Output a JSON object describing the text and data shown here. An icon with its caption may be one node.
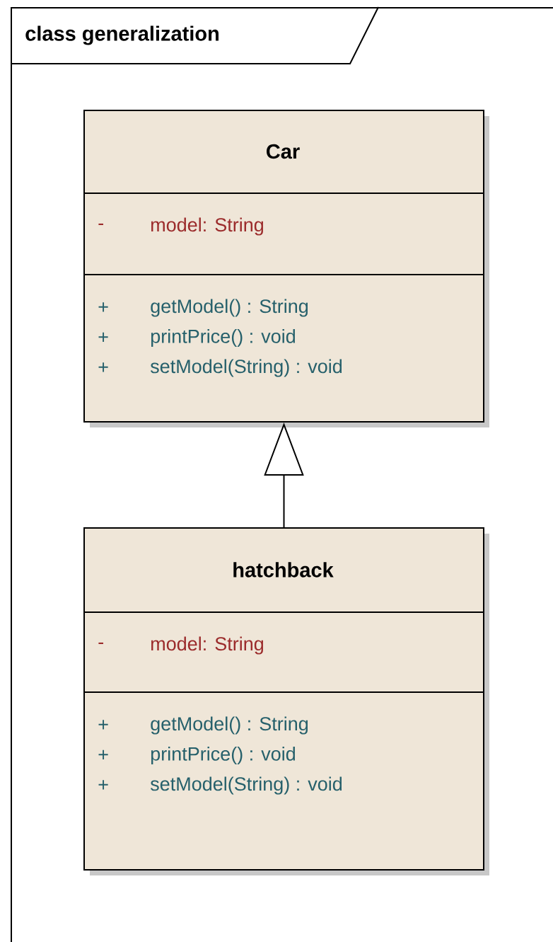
{
  "diagram": {
    "nodes": [
      {
        "text": [
          "class generalization"
        ]
      },
      {
        "text": [
          "Car",
          "-",
          "model:  String",
          "+",
          "getModel() : String",
          "+",
          "printPrice() : void",
          "+",
          "setModel(String) : void"
        ],
        "in": 0
      },
      {
        "text": [
          "hatchback",
          "-",
          "model:  String",
          "+",
          "getModel() : String",
          "+",
          "printPrice() : void",
          "+",
          "setModel(String) : void"
        ],
        "in": 0
      }
    ],
    "edges": [
      {
        "from": 2,
        "to": 1,
        "arrow": "to"
      }
    ]
  }
}
